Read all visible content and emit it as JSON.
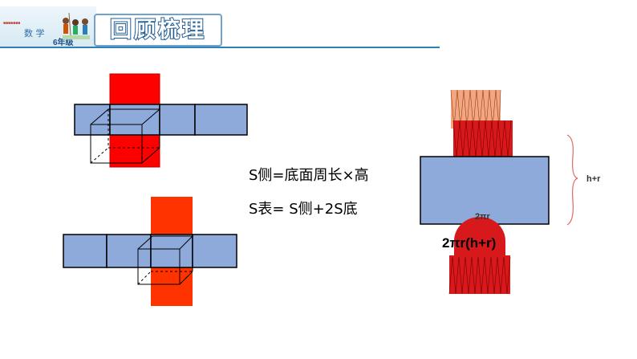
{
  "header": {
    "subject_label": "数 学",
    "grade_label": "6年级",
    "tiny_label": "■■■■■■■",
    "title": "回顾梳理"
  },
  "formulas": {
    "lateral_area": "S侧=底面周长×高",
    "surface_area": "S表= S侧+2S底"
  },
  "cylinder_diagram": {
    "base_label": "2πr",
    "area_label": "2πr(h+r)",
    "height_label": "h+r"
  },
  "colors": {
    "net_blue": "#8eaadb",
    "top_red": "#ff0000",
    "orange_red": "#ff3300",
    "fan_orange": "#f4a582",
    "fan_red": "#d7191c"
  }
}
